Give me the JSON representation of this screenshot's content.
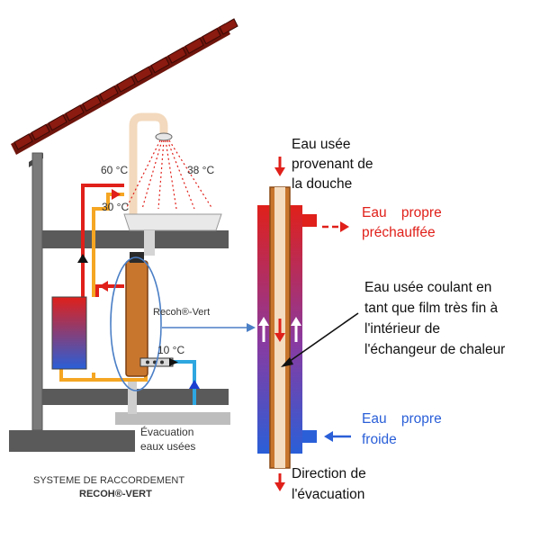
{
  "colors": {
    "hot": "#e0201a",
    "cold": "#2a5fd8",
    "warm": "#f5a623",
    "slab": "#5a5a5a",
    "roof": "#8b1a10",
    "exchanger": "#c8762e"
  },
  "left": {
    "temp_hot": "60 °C",
    "temp_shower": "38 °C",
    "temp_mixed": "30 °C",
    "temp_cold": "10 °C",
    "device_label": "Recoh®-Vert",
    "drain_line1": "Évacuation",
    "drain_line2": "eaux usées",
    "caption_line1": "SYSTEME DE RACCORDEMENT",
    "caption_line2": "RECOH®-VERT"
  },
  "right": {
    "top_line1": "Eau usée",
    "top_line2": "provenant de",
    "top_line3": "la douche",
    "hot_line1": "Eau propre",
    "hot_line2": "préchauffée",
    "film_line1": "Eau usée coulant en",
    "film_line2": "tant que film très fin à",
    "film_line3": "l'intérieur de",
    "film_line4": "l'échangeur de chaleur",
    "cold_line1": "Eau propre",
    "cold_line2": "froide",
    "bottom_line1": "Direction de",
    "bottom_line2": "l'évacuation"
  }
}
